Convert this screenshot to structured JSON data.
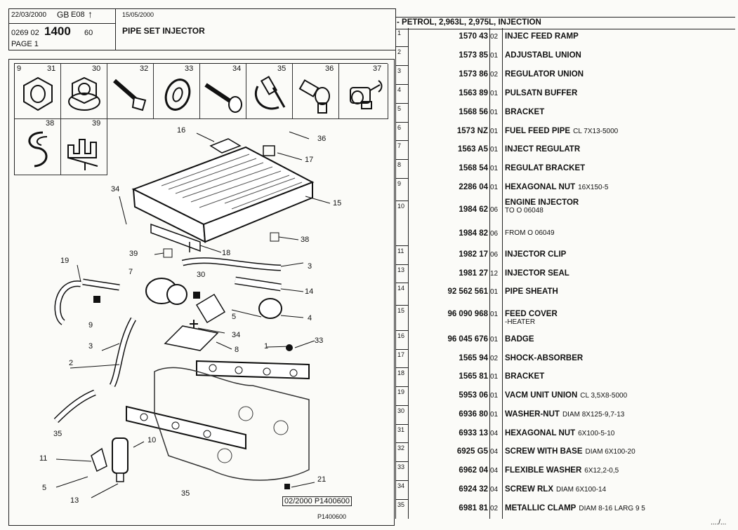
{
  "header": {
    "date1": "22/03/2000",
    "country": "GB",
    "code": "E08",
    "arrow": "↑",
    "ref_prefix": "0269 02",
    "ref_big": "1400",
    "ref_suffix": "60",
    "page": "PAGE 1",
    "date2": "15/05/2000",
    "title": "PIPE SET INJECTOR",
    "engine": "- PETROL, 2,963L, 2,975L, INJECTION"
  },
  "icons": [
    {
      "num": "9",
      "num2": "31",
      "icon": "hex-nut-icon"
    },
    {
      "num": "30",
      "icon": "flange-nut-icon"
    },
    {
      "num": "32",
      "icon": "screw-icon"
    },
    {
      "num": "33",
      "icon": "washer-icon"
    },
    {
      "num": "34",
      "icon": "screw-rlx-icon"
    },
    {
      "num": "35",
      "icon": "clamp-icon"
    },
    {
      "num": "36",
      "icon": "shock-absorber-icon"
    },
    {
      "num": "37",
      "icon": "union-icon"
    },
    {
      "num": "38",
      "icon": "clip-icon"
    },
    {
      "num": "39",
      "icon": "bracket-clip-icon"
    }
  ],
  "diagram": {
    "callouts": [
      "16",
      "36",
      "17",
      "15",
      "34",
      "39",
      "18",
      "38",
      "19",
      "7",
      "30",
      "3",
      "14",
      "9",
      "5",
      "4",
      "34",
      "3",
      "8",
      "1",
      "33",
      "2",
      "35",
      "10",
      "11",
      "5",
      "13",
      "35",
      "21"
    ],
    "footer_ref": "02/2000 P1400600",
    "footer_ref2": "P1400600"
  },
  "parts": [
    {
      "row": "1",
      "ref": "1570 43",
      "qty": "02",
      "desc": "INJEC FEED RAMP",
      "sub": ""
    },
    {
      "row": "2",
      "ref": "1573 85",
      "qty": "01",
      "desc": "ADJUSTABL UNION",
      "sub": ""
    },
    {
      "row": "3",
      "ref": "1573 86",
      "qty": "02",
      "desc": "REGULATOR UNION",
      "sub": ""
    },
    {
      "row": "4",
      "ref": "1563 89",
      "qty": "01",
      "desc": "PULSATN BUFFER",
      "sub": ""
    },
    {
      "row": "5",
      "ref": "1568 56",
      "qty": "01",
      "desc": "BRACKET",
      "sub": ""
    },
    {
      "row": "6",
      "ref": "1573 NZ",
      "qty": "01",
      "desc": "FUEL FEED PIPE",
      "sub": "CL 7X13-5000"
    },
    {
      "row": "7",
      "ref": "1563 A5",
      "qty": "01",
      "desc": "INJECT REGULATR",
      "sub": ""
    },
    {
      "row": "8",
      "ref": "1568 54",
      "qty": "01",
      "desc": "REGULAT BRACKET",
      "sub": ""
    },
    {
      "row": "9",
      "ref": "2286 04",
      "qty": "01",
      "desc": "HEXAGONAL NUT",
      "sub": "16X150-5"
    },
    {
      "row": "10",
      "ref": "1984 62",
      "qty": "06",
      "desc": "ENGINE INJECTOR",
      "sub": "TO O 06048"
    },
    {
      "row": "",
      "ref": "1984 82",
      "qty": "06",
      "desc": "",
      "sub": "FROM O 06049"
    },
    {
      "row": "11",
      "ref": "1982 17",
      "qty": "06",
      "desc": "INJECTOR CLIP",
      "sub": ""
    },
    {
      "row": "13",
      "ref": "1981 27",
      "qty": "12",
      "desc": "INJECTOR SEAL",
      "sub": ""
    },
    {
      "row": "14",
      "ref": "92 562 561",
      "qty": "01",
      "desc": "PIPE SHEATH",
      "sub": ""
    },
    {
      "row": "15",
      "ref": "96 090 968",
      "qty": "01",
      "desc": "FEED COVER",
      "sub": "-HEATER"
    },
    {
      "row": "16",
      "ref": "96 045 676",
      "qty": "01",
      "desc": "BADGE",
      "sub": ""
    },
    {
      "row": "17",
      "ref": "1565 94",
      "qty": "02",
      "desc": "SHOCK-ABSORBER",
      "sub": ""
    },
    {
      "row": "18",
      "ref": "1565 81",
      "qty": "01",
      "desc": "BRACKET",
      "sub": ""
    },
    {
      "row": "19",
      "ref": "5953 06",
      "qty": "01",
      "desc": "VACM UNIT UNION",
      "sub": "CL 3,5X8-5000"
    },
    {
      "row": "30",
      "ref": "6936 80",
      "qty": "01",
      "desc": "WASHER-NUT",
      "sub": "DIAM 8X125-9,7-13"
    },
    {
      "row": "31",
      "ref": "6933 13",
      "qty": "04",
      "desc": "HEXAGONAL NUT",
      "sub": "6X100-5-10"
    },
    {
      "row": "32",
      "ref": "6925 G5",
      "qty": "04",
      "desc": "SCREW WITH BASE",
      "sub": "DIAM 6X100-20"
    },
    {
      "row": "33",
      "ref": "6962 04",
      "qty": "04",
      "desc": "FLEXIBLE WASHER",
      "sub": "6X12,2-0,5"
    },
    {
      "row": "34",
      "ref": "6924 32",
      "qty": "04",
      "desc": "SCREW RLX",
      "sub": "DIAM 6X100-14"
    },
    {
      "row": "35",
      "ref": "6981 81",
      "qty": "02",
      "desc": "METALLIC CLAMP",
      "sub": "DIAM 8-16 LARG 9 5"
    }
  ],
  "footer": {
    "continued": "..../..."
  }
}
